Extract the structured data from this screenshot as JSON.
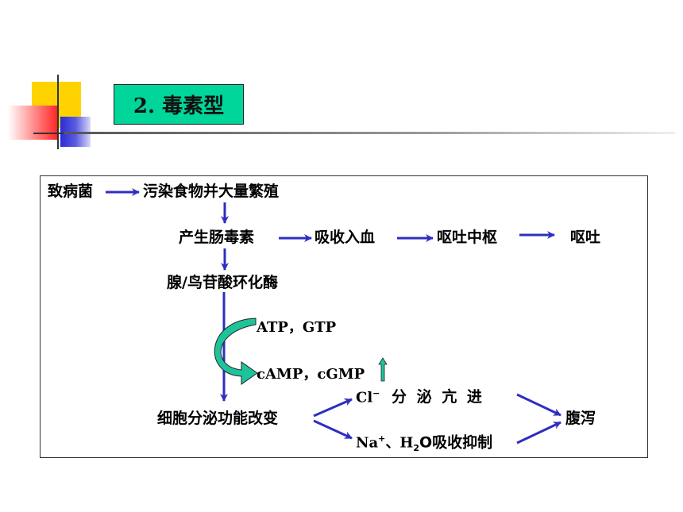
{
  "title": "2. 毒素型",
  "diagram": {
    "n1": "致病菌",
    "n2": "污染食物并大量繁殖",
    "n3": "产生肠毒素",
    "n4": "吸收入血",
    "n5": "呕吐中枢",
    "n6": "呕吐",
    "n7": "腺/鸟苷酸环化酶",
    "n8": "ATP，GTP",
    "n9": "cAMP，cGMP",
    "n10": "细胞分泌功能改变",
    "n11_prefix": "Cl",
    "n11_sup": "−",
    "n11_text": "分 泌 亢 进",
    "n12_a": "Na",
    "n12_sup": "+",
    "n12_b": "、H",
    "n12_sub": "2",
    "n12_c": "O吸收抑制",
    "n13": "腹泻"
  },
  "colors": {
    "title_bg": "#00d59a",
    "arrow": "#2e2ebf",
    "curved_arrow": "#1fc39a"
  }
}
